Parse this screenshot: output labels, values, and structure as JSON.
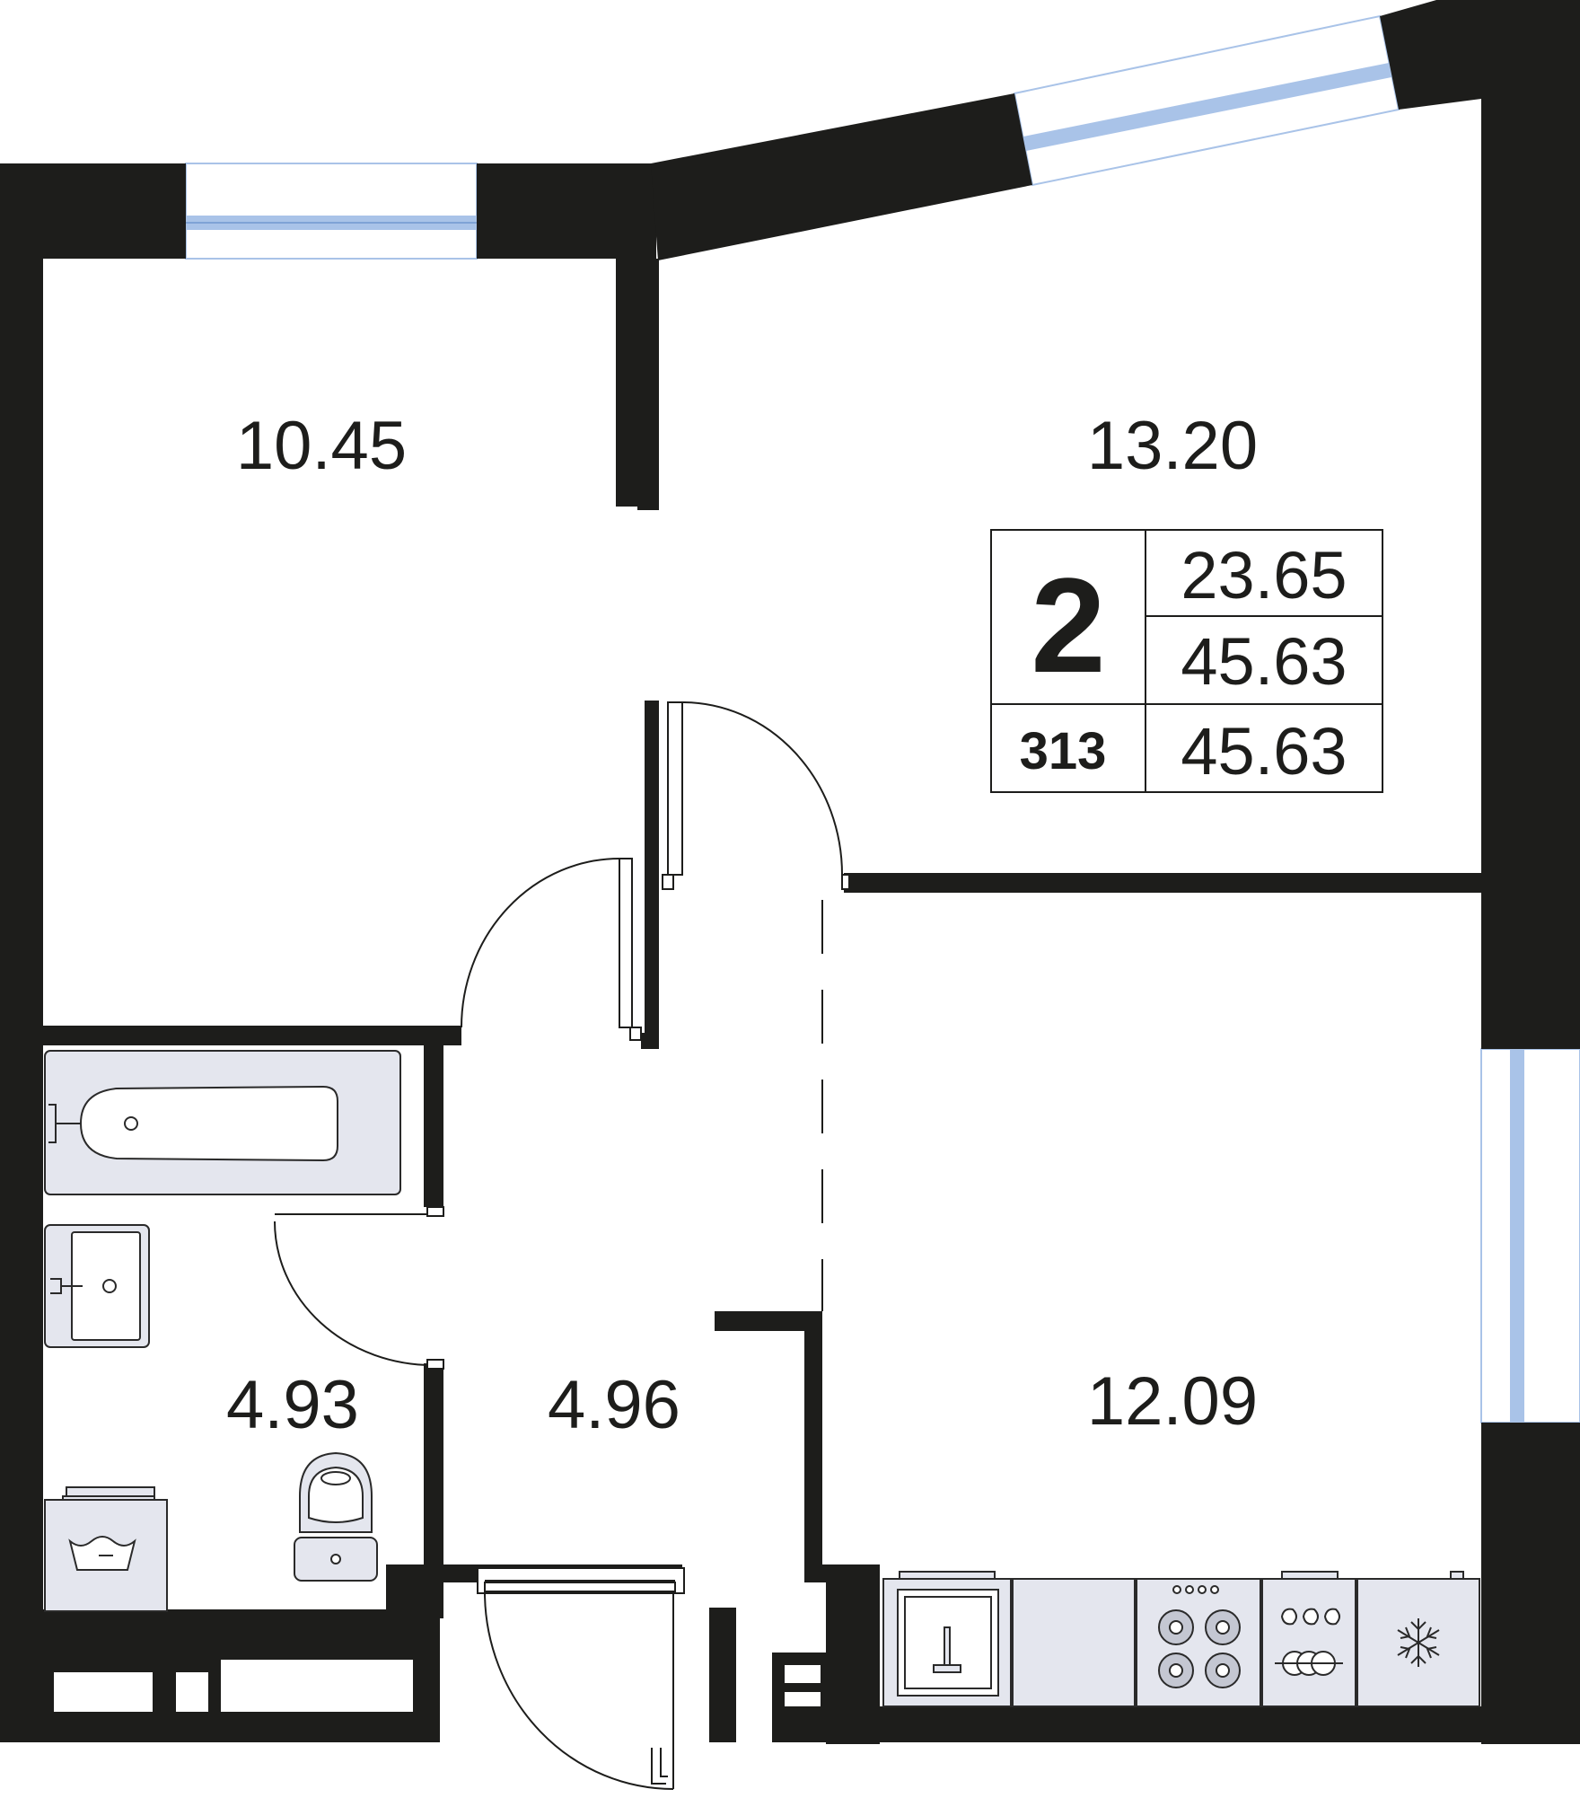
{
  "rooms": [
    {
      "id": "bedroom",
      "area": "10.45"
    },
    {
      "id": "living-room",
      "area": "13.20"
    },
    {
      "id": "kitchen",
      "area": "12.09"
    },
    {
      "id": "hallway",
      "area": "4.96"
    },
    {
      "id": "bathroom",
      "area": "4.93"
    }
  ],
  "summary": {
    "rooms_count": "2",
    "apartment_number": "313",
    "living_area": "23.65",
    "total_area": "45.63",
    "total_area_with_balcony": "45.63"
  },
  "colors": {
    "wall": "#1d1d1b",
    "fixture_fill": "#e4e6ee",
    "fixture_stroke": "#2a2a2a",
    "window_glass": "#a9c3e8",
    "background": "#ffffff"
  },
  "icons": [
    "bathtub-icon",
    "sink-icon",
    "washing-machine-icon",
    "toilet-icon",
    "kitchen-sink-icon",
    "cooktop-icon",
    "oven-icon",
    "fridge-icon"
  ]
}
